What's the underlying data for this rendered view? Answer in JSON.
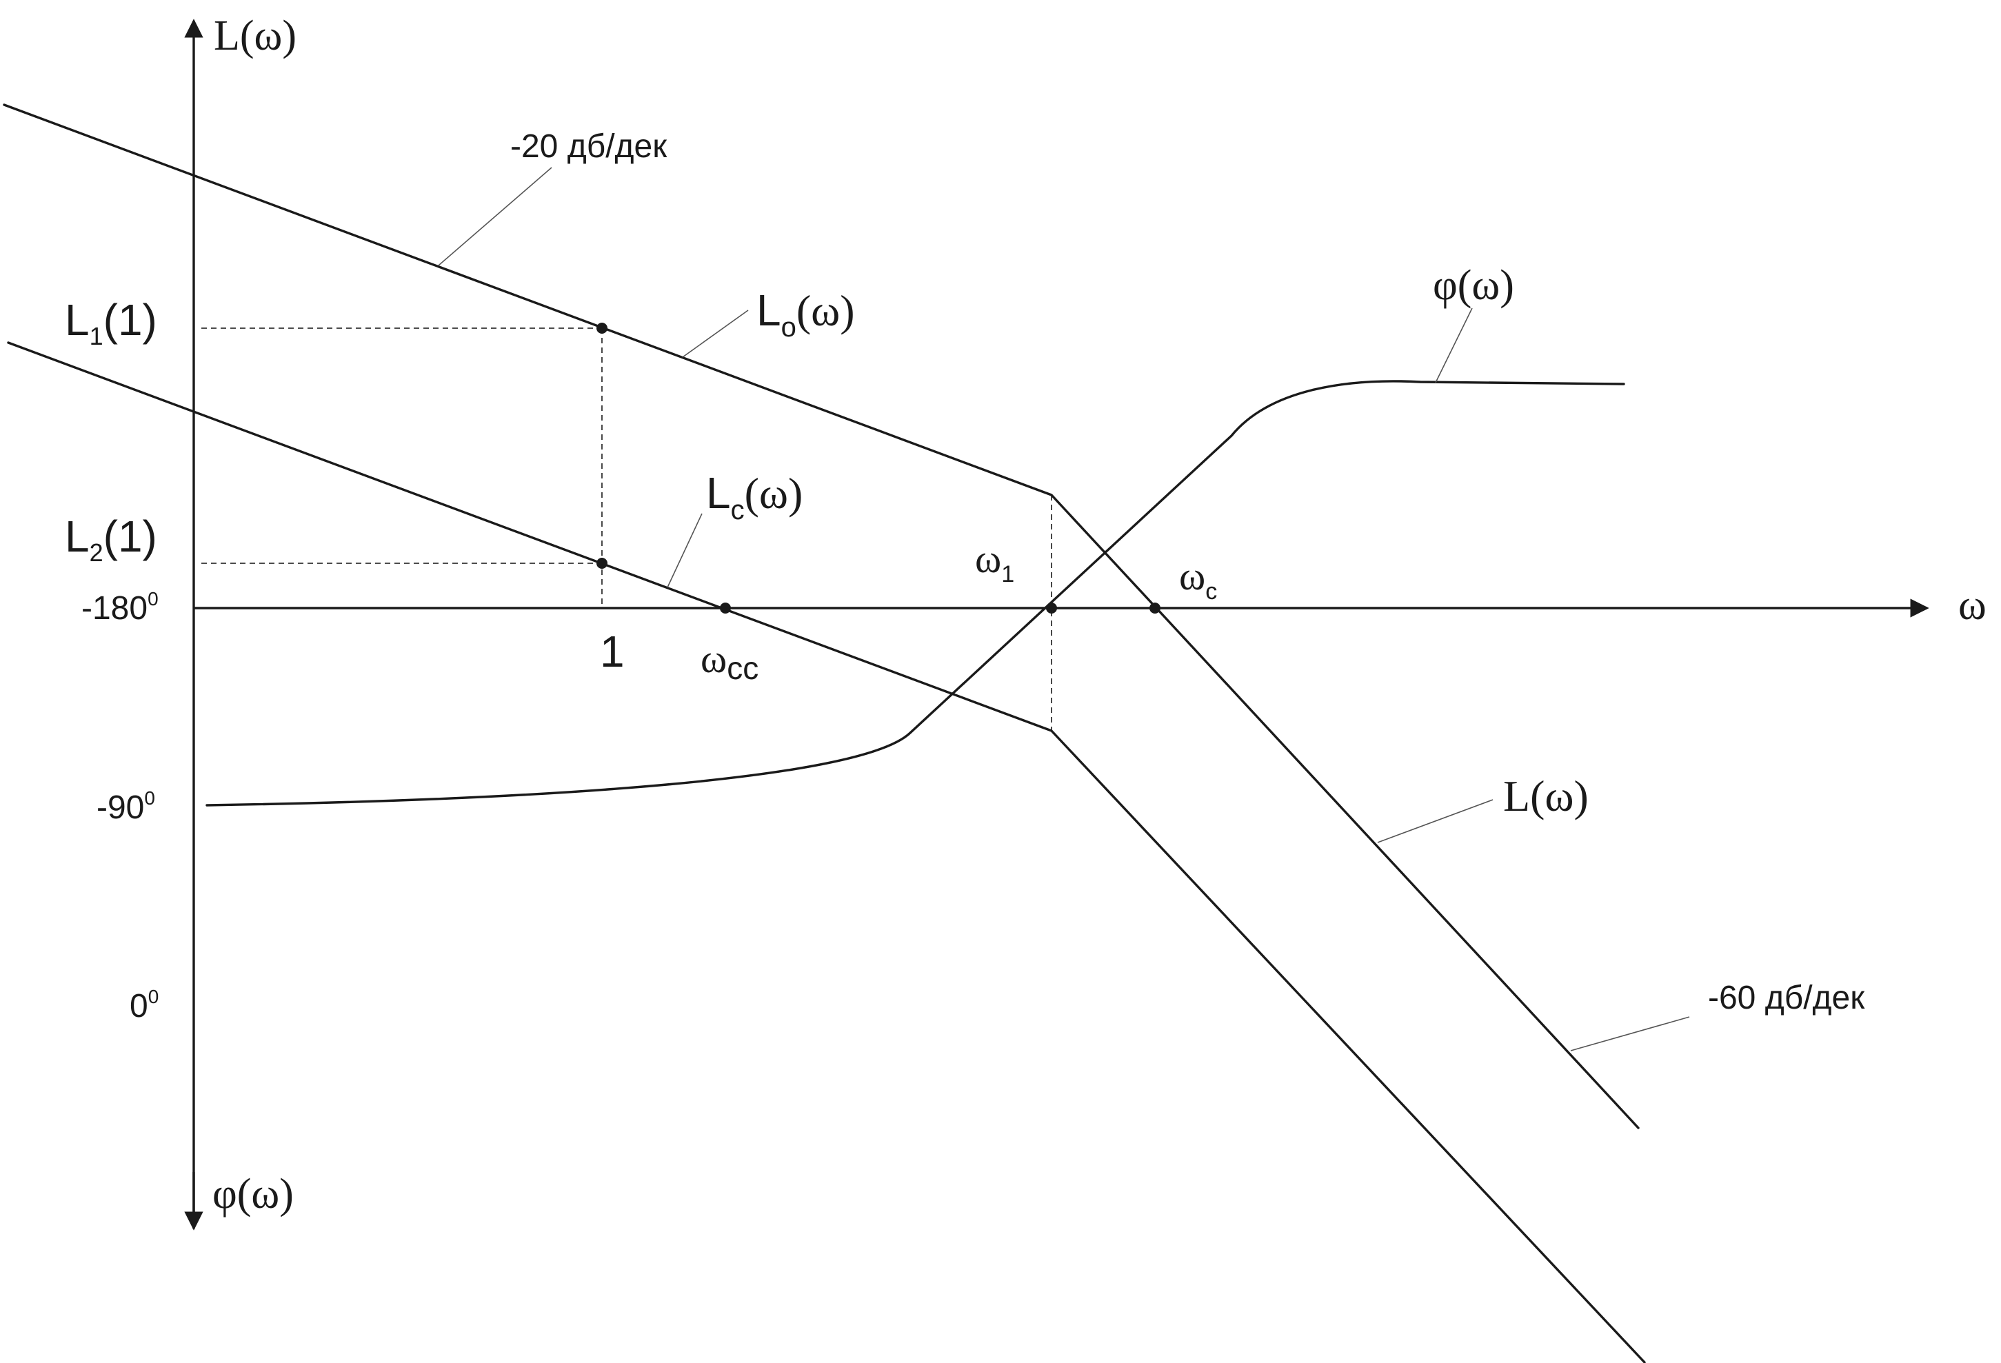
{
  "axes": {
    "y_top": "L(ω)",
    "y_bottom": "φ(ω)",
    "x": "ω"
  },
  "phase_ticks": [
    {
      "base": "-180",
      "sup": "0"
    },
    {
      "base": "-90",
      "sup": "0"
    },
    {
      "base": "0",
      "sup": "0"
    }
  ],
  "level_labels": {
    "l1": {
      "base": "L",
      "sub": "1",
      "rest": "(1)"
    },
    "l2": {
      "base": "L",
      "sub": "2",
      "rest": "(1)"
    }
  },
  "freq_labels": {
    "one": "1",
    "w_cc": {
      "base": "ω",
      "sub": "cc"
    },
    "w_1": {
      "base": "ω",
      "sub": "1"
    },
    "w_c": {
      "base": "ω",
      "sub": "c"
    }
  },
  "curve_labels": {
    "lo": {
      "base": "L",
      "sub": "o",
      "rest": "(ω)"
    },
    "lc": {
      "base": "L",
      "sub": "c",
      "rest": "(ω)"
    },
    "l": "L(ω)",
    "phi": "φ(ω)"
  },
  "slope_labels": {
    "top": "-20 дб/дек",
    "bottom": "-60 дб/дек"
  }
}
